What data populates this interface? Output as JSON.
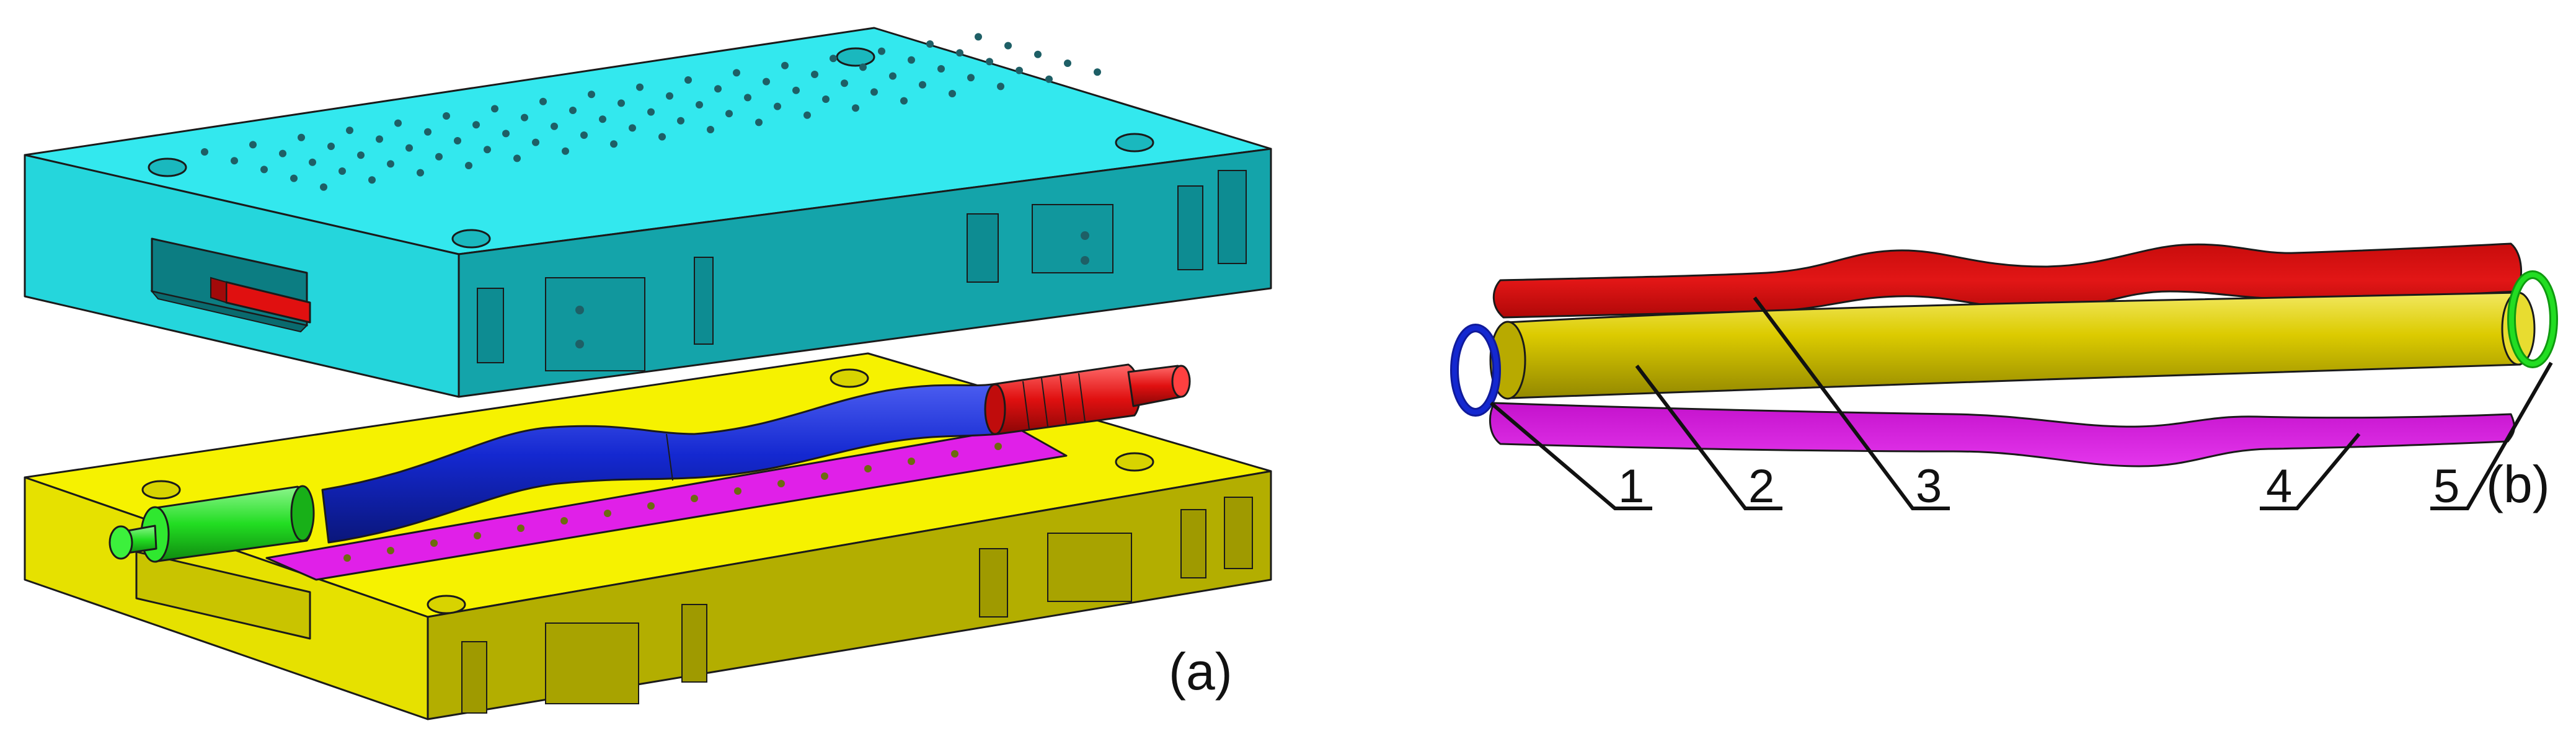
{
  "panels": {
    "a": {
      "label": "(a)"
    },
    "b": {
      "label": "(b)"
    }
  },
  "callouts": [
    {
      "number": "1",
      "part": "blue ring"
    },
    {
      "number": "2",
      "part": "yellow tube"
    },
    {
      "number": "3",
      "part": "red shell"
    },
    {
      "number": "4",
      "part": "magenta shell"
    },
    {
      "number": "5",
      "part": "green ring"
    }
  ],
  "colors": {
    "upper_plate_top": "#33e8ee",
    "upper_plate_front": "#14a4aa",
    "upper_plate_side": "#0e8d93",
    "lower_plate_top": "#f6f200",
    "lower_plate_front": "#b3ae00",
    "lower_plate_side": "#d4cf00",
    "blue_part": "#1428d0",
    "green_part": "#22dd22",
    "red_part": "#e01010",
    "magenta_part": "#e020e8",
    "yellow_tube": "#d8c800"
  }
}
